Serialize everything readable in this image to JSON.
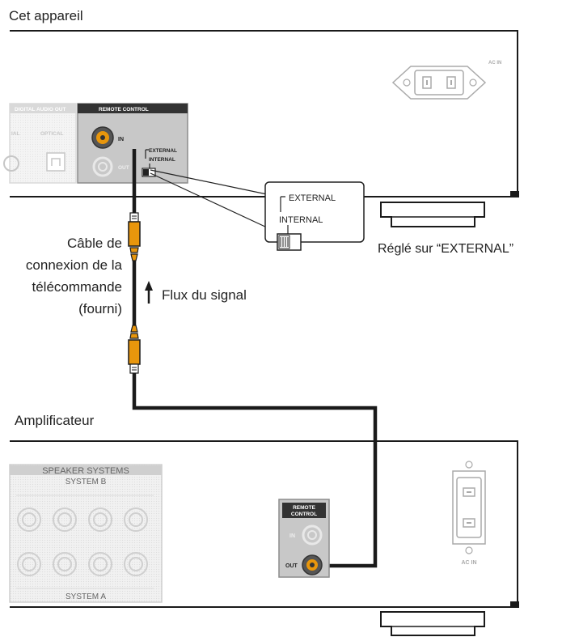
{
  "device_top": {
    "title": "Cet appareil",
    "digital_out_label": "DIGITAL AUDIO OUT",
    "coaxial_partial": "IAL",
    "optical_label": "OPTICAL",
    "remote_control_label": "REMOTE CONTROL",
    "in_label": "IN",
    "out_label": "OUT",
    "switch_external": "EXTERNAL",
    "switch_internal": "INTERNAL",
    "ac_in_label": "AC IN"
  },
  "callout": {
    "external": "EXTERNAL",
    "internal": "INTERNAL",
    "setting_note": "Réglé sur “EXTERNAL”"
  },
  "cable": {
    "label_lines": [
      "Câble de",
      "connexion de la",
      "télécommande",
      "(fourni)"
    ],
    "signal_flow": "Flux du signal"
  },
  "device_bottom": {
    "title": "Amplificateur",
    "speaker_systems": "SPEAKER SYSTEMS",
    "system_b": "SYSTEM B",
    "system_a": "SYSTEM A",
    "remote_control_line1": "REMOTE",
    "remote_control_line2": "CONTROL",
    "in_label": "IN",
    "out_label": "OUT",
    "ac_in_label": "AC IN"
  },
  "colors": {
    "cable": "#1a1a1a",
    "plug": "#e8960c",
    "panel_gray": "#c8c8c8",
    "light_gray": "#e2e2e2"
  }
}
